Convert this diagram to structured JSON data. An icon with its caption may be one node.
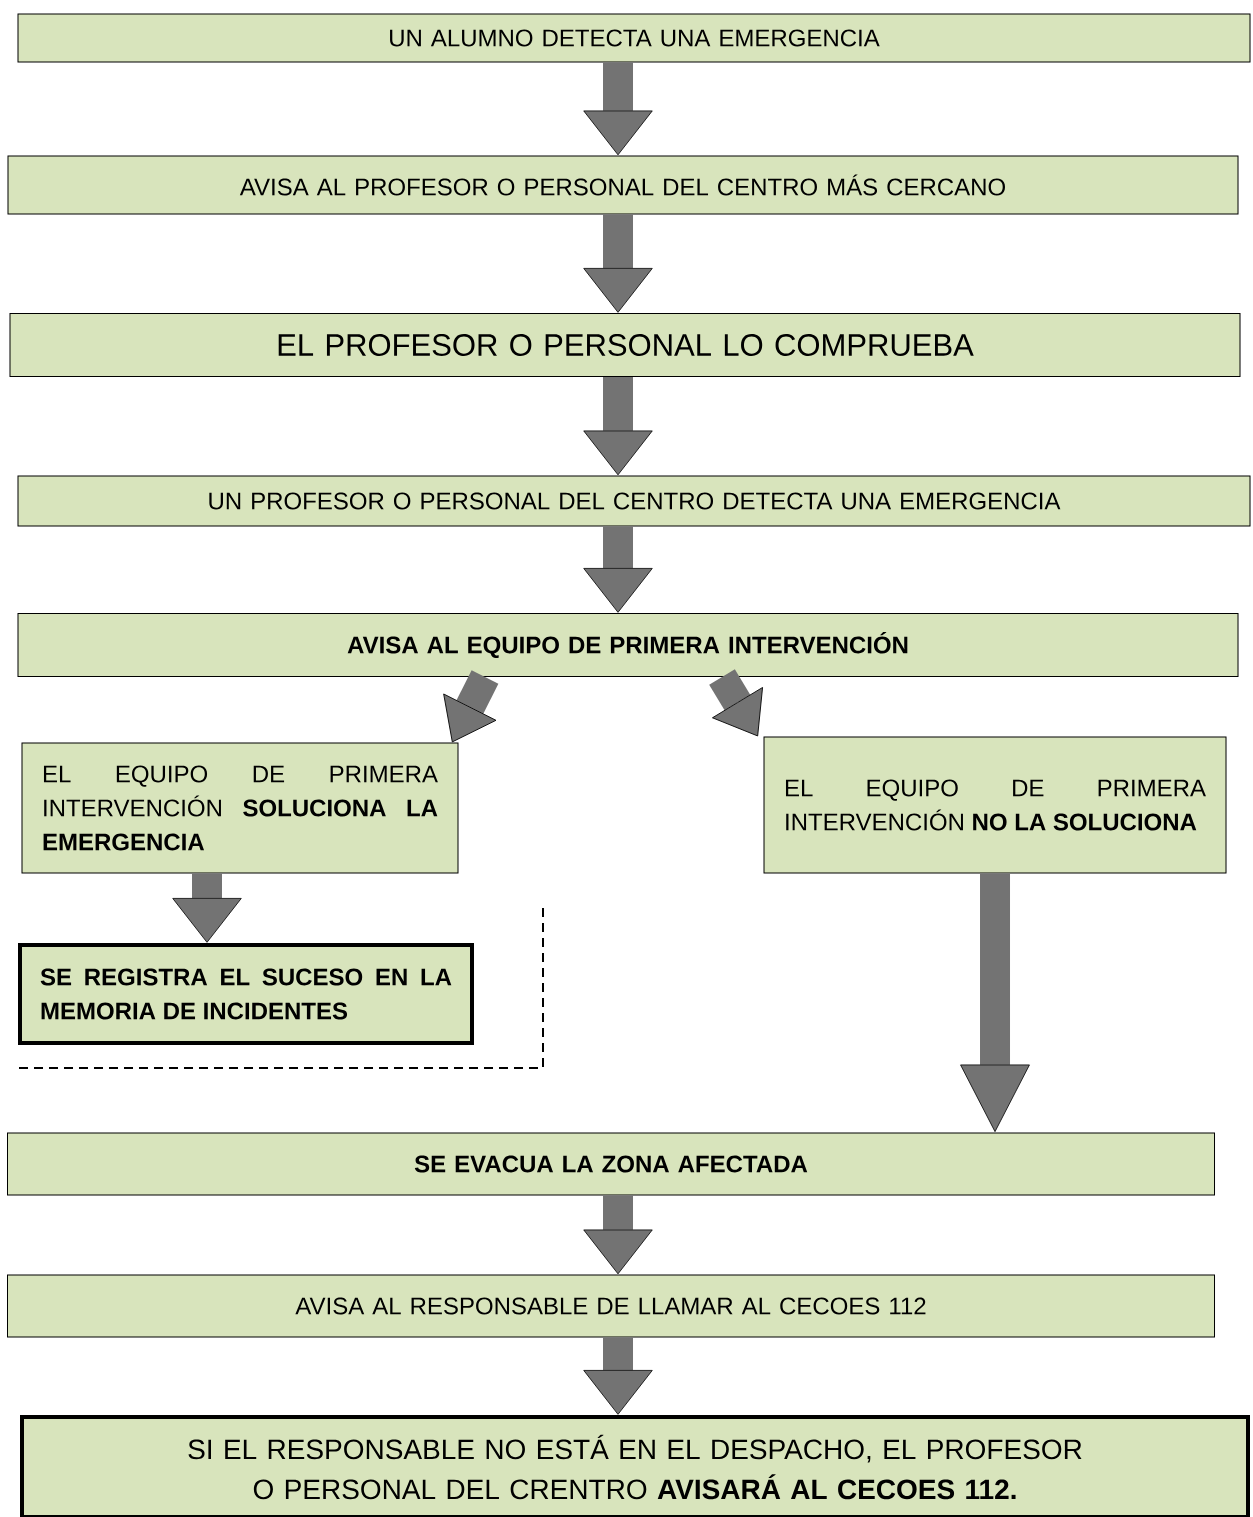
{
  "diagram": {
    "nodes": [
      {
        "text": [
          "UN ALUMNO DETECTA UNA EMERGENCIA"
        ]
      },
      {
        "text": [
          "AVISA AL PROFESOR O PERSONAL DEL CENTRO MÁS CERCANO"
        ]
      },
      {
        "text": [
          "EL PROFESOR O PERSONAL LO COMPRUEBA"
        ]
      },
      {
        "text": [
          "UN PROFESOR O PERSONAL DEL CENTRO DETECTA UNA EMERGENCIA"
        ]
      },
      {
        "text": [
          "AVISA AL EQUIPO DE PRIMERA INTERVENCIÓN"
        ]
      },
      {
        "text": [
          "EL EQUIPO DE PRIMERA INTERVENCIÓN **SOLUCIONA LA EMERGENCIA**"
        ]
      },
      {
        "text": [
          "EL EQUIPO DE PRIMERA INTERVENCIÓN **NO LA SOLUCIONA**"
        ]
      },
      {
        "text": [
          "SE REGISTRA EL SUCESO EN LA MEMORIA DE INCIDENTES"
        ]
      },
      {
        "text": [
          "SE EVACUA LA ZONA AFECTADA"
        ]
      },
      {
        "text": [
          "AVISA AL RESPONSABLE DE LLAMAR AL CECOES 112"
        ]
      },
      {
        "text": [
          "SI EL RESPONSABLE NO ESTÁ EN EL DESPACHO, EL PROFESOR O PERSONAL DEL CRENTRO **AVISARÁ AL CECOES 112.**"
        ]
      }
    ],
    "edges": [
      {
        "from": 0,
        "to": 1,
        "arrow": "to"
      },
      {
        "from": 1,
        "to": 2,
        "arrow": "to"
      },
      {
        "from": 2,
        "to": 3,
        "arrow": "to"
      },
      {
        "from": 3,
        "to": 4,
        "arrow": "to"
      },
      {
        "from": 4,
        "to": 5,
        "arrow": "to"
      },
      {
        "from": 4,
        "to": 6,
        "arrow": "to"
      },
      {
        "from": 5,
        "to": 7,
        "arrow": "to"
      },
      {
        "from": 6,
        "to": 8,
        "arrow": "to"
      },
      {
        "from": 8,
        "to": 9,
        "arrow": "to"
      },
      {
        "from": 9,
        "to": 10,
        "arrow": "to"
      }
    ]
  }
}
